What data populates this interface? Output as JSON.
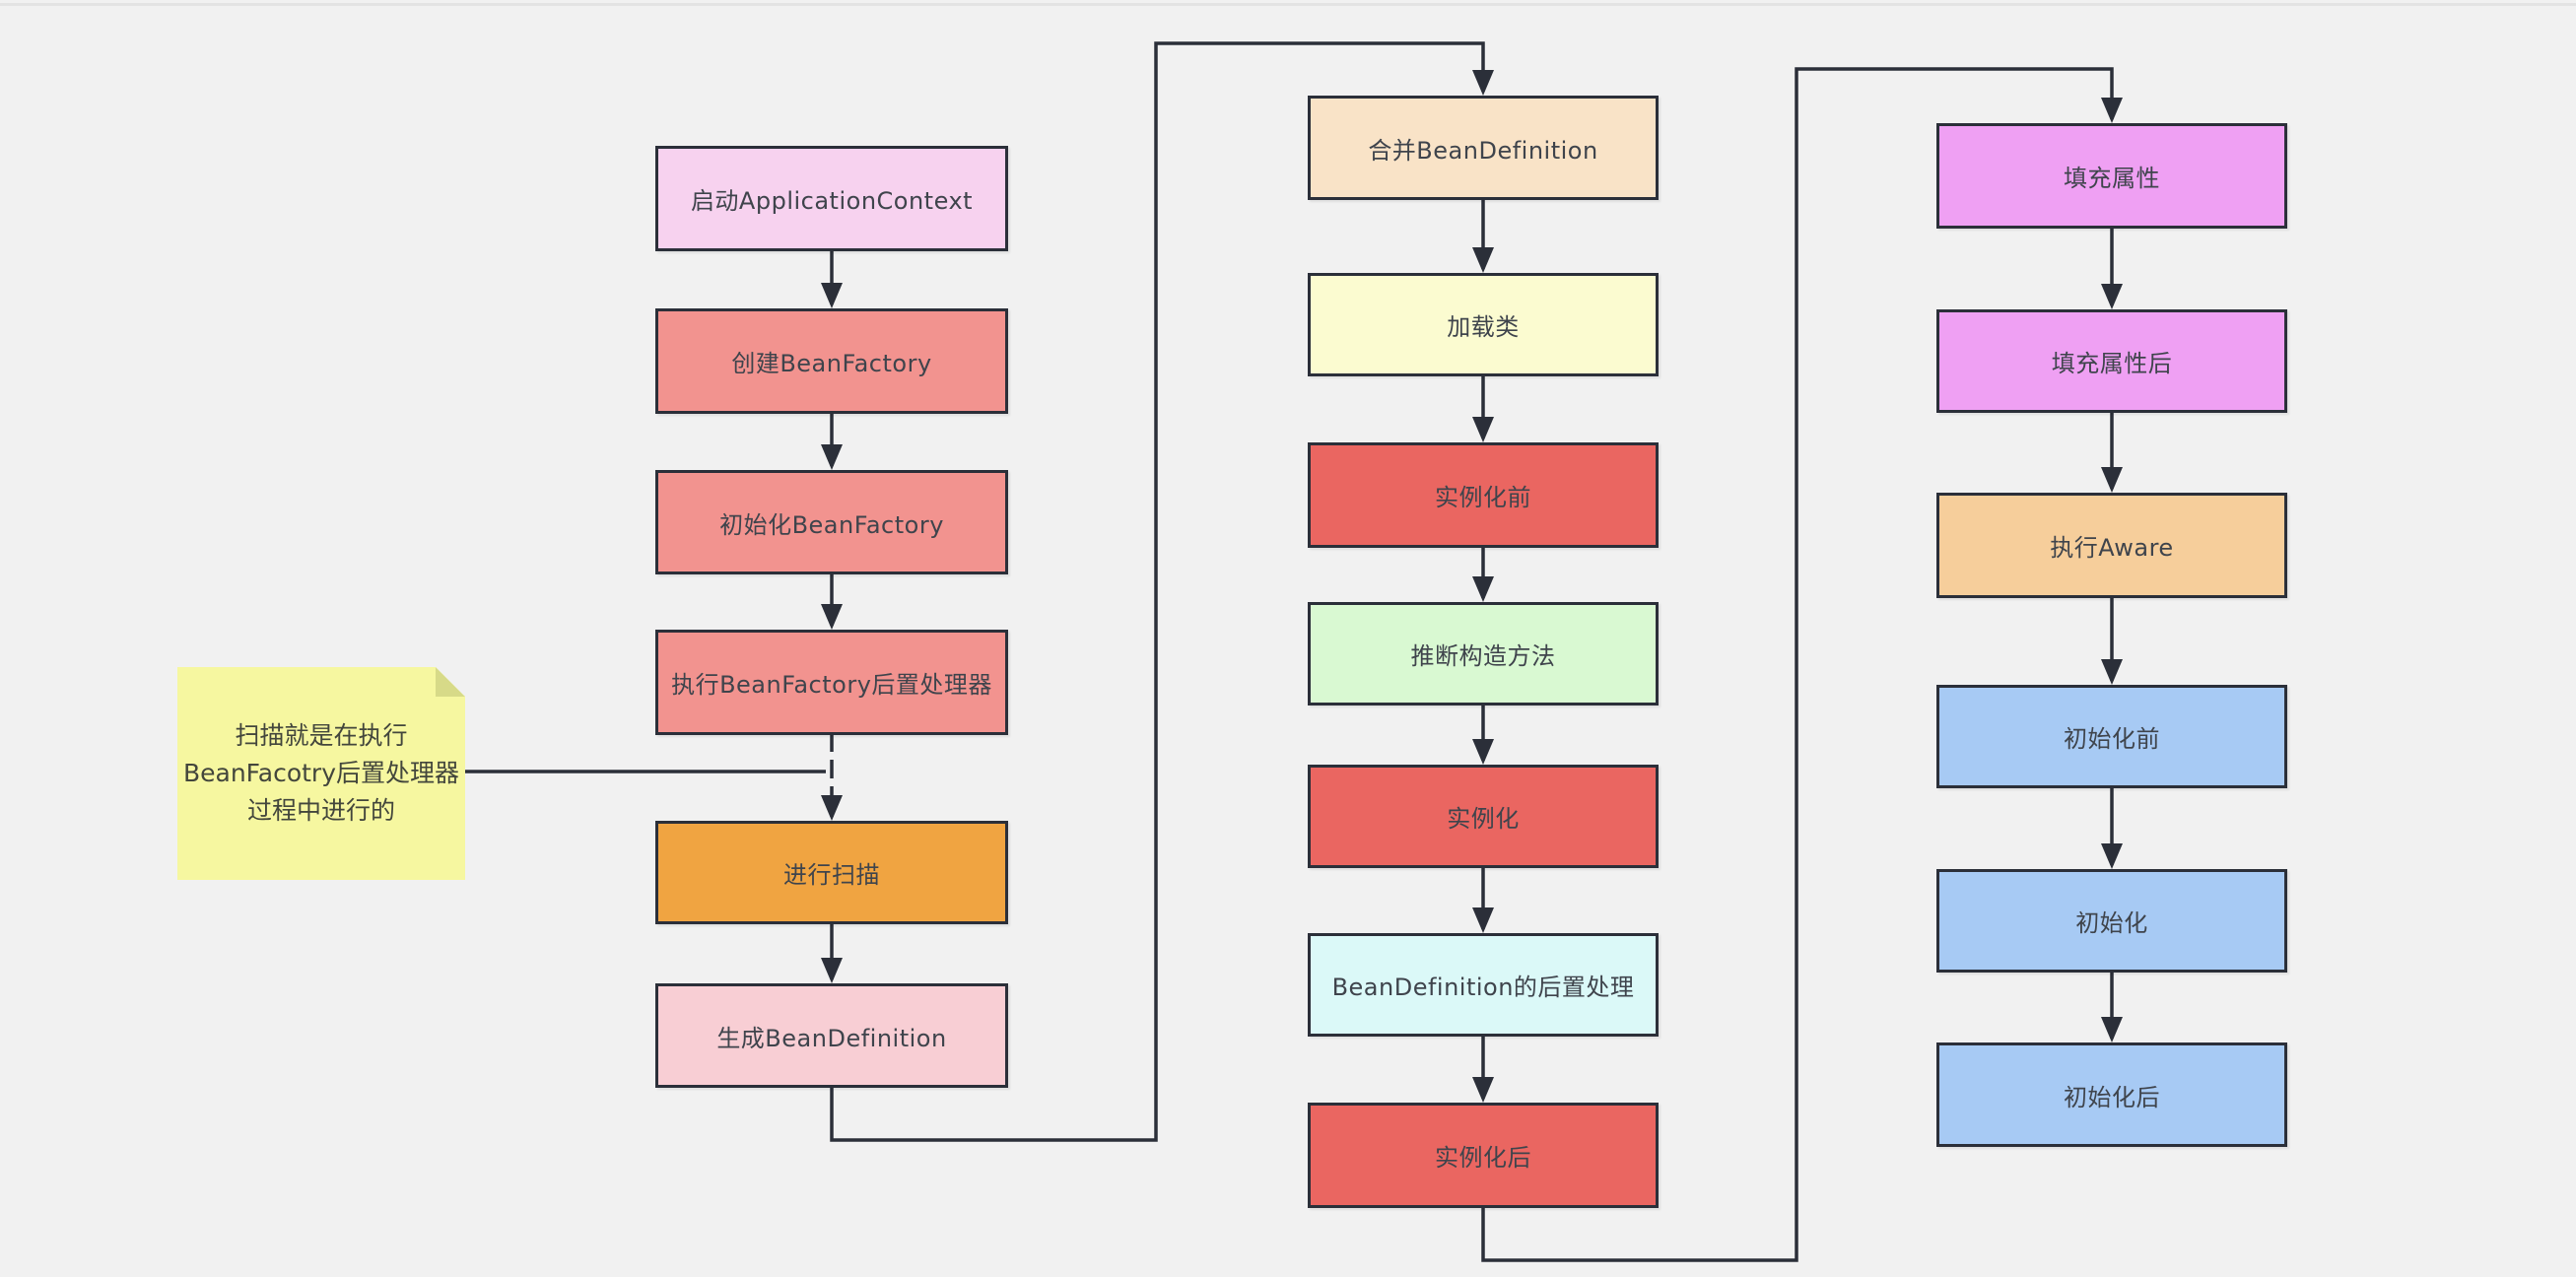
{
  "diagram": {
    "background": "#f1f1f1",
    "stroke_color": "#2b2f39",
    "text_color": "#3f444c",
    "top_divider_color": "#e3e3e3",
    "note": {
      "lines": [
        "扫描就是在执行",
        "BeanFacotry后置处理器",
        "过程中进行的"
      ],
      "fill": "#f6f7a0",
      "fold_fill": "#d7da88"
    },
    "columns": [
      {
        "name": "application-context-phase",
        "boxes": [
          {
            "label": "启动ApplicationContext",
            "fill": "#f7d2ef"
          },
          {
            "label": "创建BeanFactory",
            "fill": "#f2938f"
          },
          {
            "label": "初始化BeanFactory",
            "fill": "#f2938f"
          },
          {
            "label": "执行BeanFactory后置处理器",
            "fill": "#f2938f"
          },
          {
            "label": "进行扫描",
            "fill": "#f0a441"
          },
          {
            "label": "生成BeanDefinition",
            "fill": "#f8ced4"
          }
        ]
      },
      {
        "name": "bean-creation-phase",
        "boxes": [
          {
            "label": "合并BeanDefinition",
            "fill": "#f9e3c7"
          },
          {
            "label": "加载类",
            "fill": "#fbfbd0"
          },
          {
            "label": "实例化前",
            "fill": "#ea6661"
          },
          {
            "label": "推断构造方法",
            "fill": "#d9f9d2"
          },
          {
            "label": "实例化",
            "fill": "#ea6661"
          },
          {
            "label": "BeanDefinition的后置处理",
            "fill": "#dbf9f8"
          },
          {
            "label": "实例化后",
            "fill": "#ea6661"
          }
        ]
      },
      {
        "name": "bean-initialization-phase",
        "boxes": [
          {
            "label": "填充属性",
            "fill": "#efa0f3"
          },
          {
            "label": "填充属性后",
            "fill": "#efa0f3"
          },
          {
            "label": "执行Aware",
            "fill": "#f6ce9b"
          },
          {
            "label": "初始化前",
            "fill": "#a7caf4"
          },
          {
            "label": "初始化",
            "fill": "#a7caf4"
          },
          {
            "label": "初始化后",
            "fill": "#a7caf4"
          }
        ]
      }
    ]
  }
}
